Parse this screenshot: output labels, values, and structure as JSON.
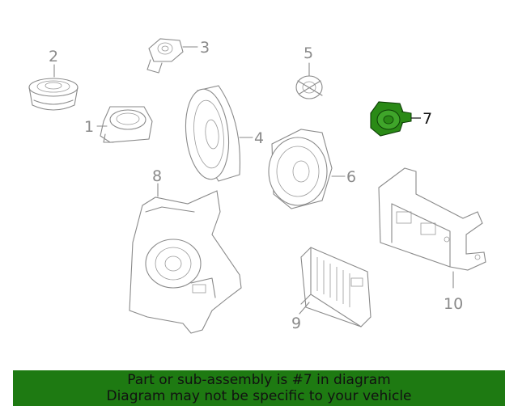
{
  "callouts": {
    "c1": "1",
    "c2": "2",
    "c3": "3",
    "c4": "4",
    "c5": "5",
    "c6": "6",
    "c7": "7",
    "c8": "8",
    "c9": "9",
    "c10": "10"
  },
  "highlight": {
    "part": "7",
    "color": "#2a8a16"
  },
  "banner": {
    "line1": "Part or sub-assembly is #7 in diagram",
    "line2": "Diagram may not be specific to your vehicle",
    "background": "#1e7a12"
  }
}
